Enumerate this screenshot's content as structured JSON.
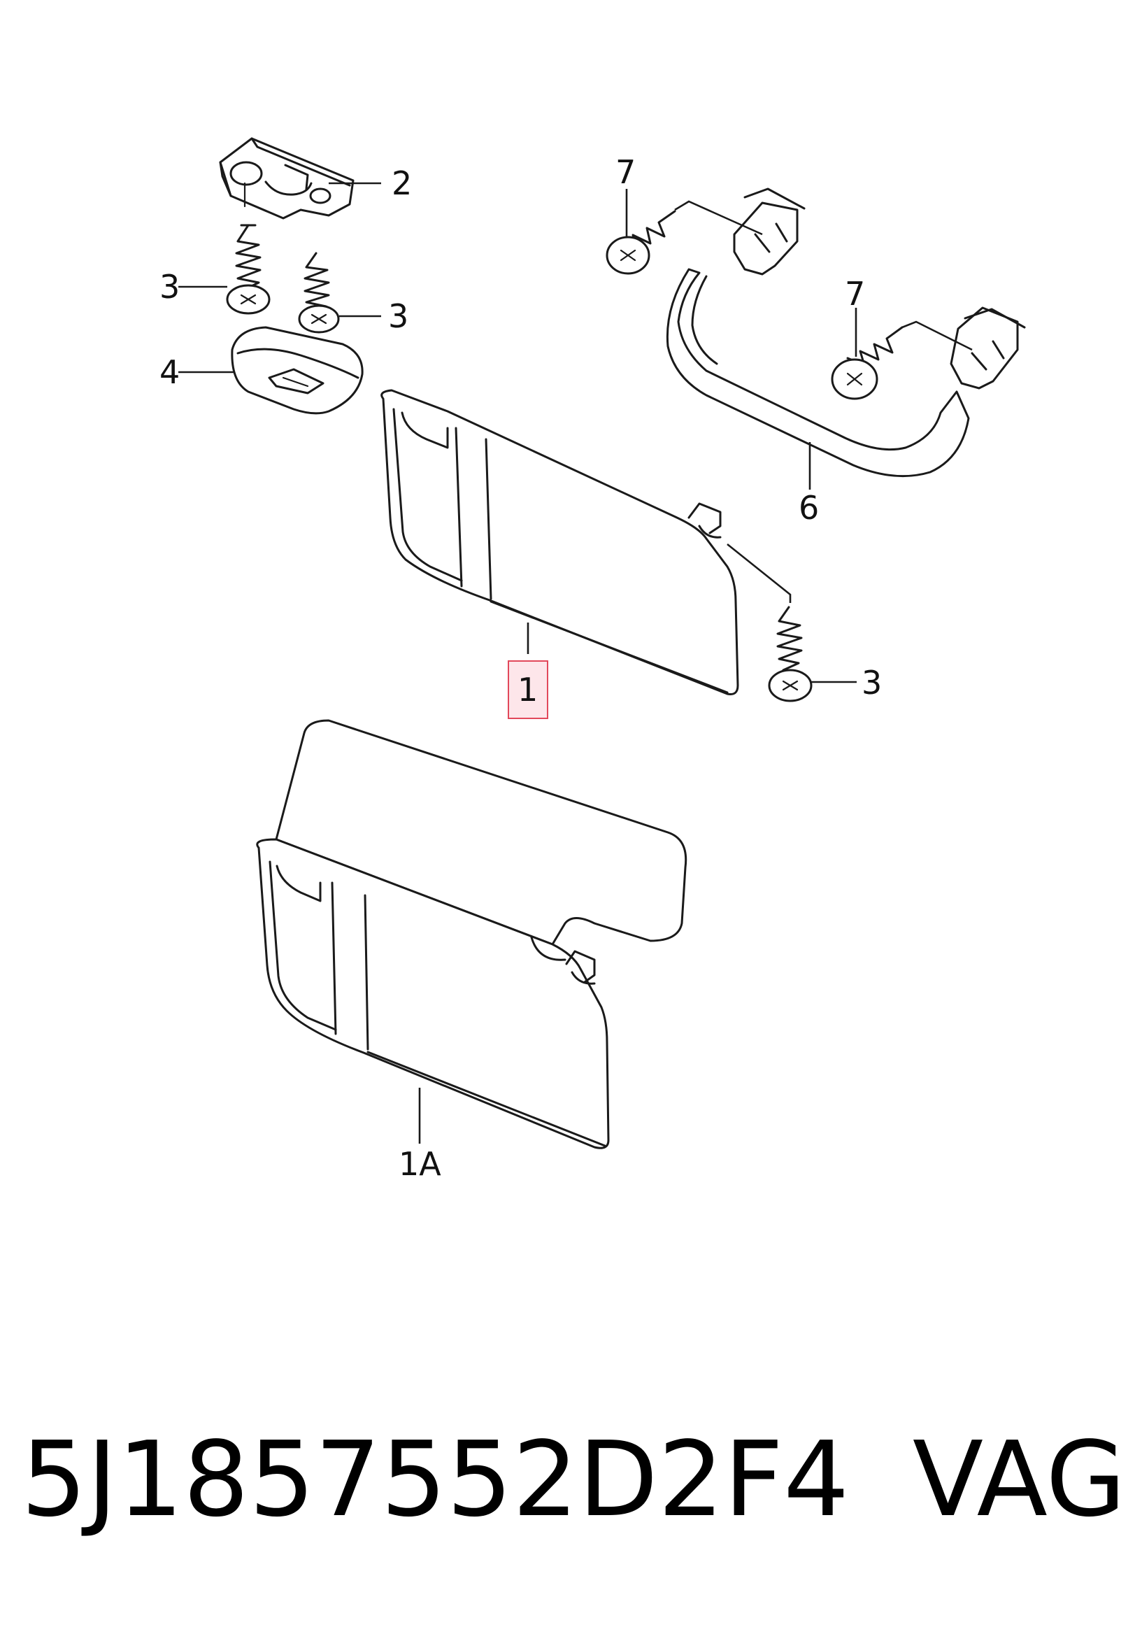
{
  "callouts": {
    "c1": "1",
    "c1a": "1A",
    "c2": "2",
    "c3_left": "3",
    "c3_mid": "3",
    "c3_right": "3",
    "c4": "4",
    "c6": "6",
    "c7_top": "7",
    "c7_right": "7"
  },
  "highlighted_part": "1",
  "footer": {
    "part_number": "5J1857552D2F4",
    "brand": "VAG"
  },
  "colors": {
    "line": "#1a1a1a",
    "highlight_fill": "#fde6ea",
    "highlight_stroke": "#e2485a"
  }
}
